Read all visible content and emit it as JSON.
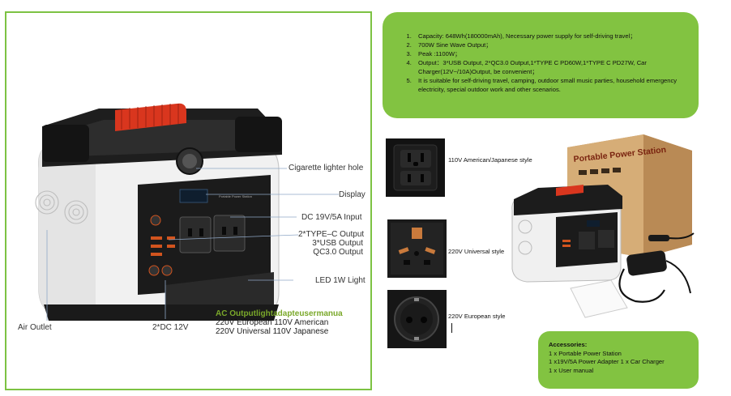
{
  "diagram": {
    "callouts": {
      "cigarette": "Cigarette lighter hole",
      "display": "Display",
      "dc_input": "DC 19V/5A Input",
      "type_c": "2*TYPE–C Output",
      "usb": "3*USB Output",
      "qc": "QC3.0 Output",
      "led": "LED 1W Light",
      "air_outlet": "Air Outlet",
      "dc12v": "2*DC 12V"
    },
    "ac_output": {
      "title": "AC Outputlightadapteusermanua",
      "line1": "220V European 110V American",
      "line2": "220V Universal 110V Japanese"
    },
    "device_label": "Portable Power Station"
  },
  "specs": {
    "items": [
      "Capacity: 648Wh(180000mAh), Necessary power supply for self-driving travel；",
      "700W Sine Wave Output；",
      "Peak :1100W；",
      "Output：3*USB Output, 2*QC3.0 Output,1*TYPE C PD60W,1*TYPE C PD27W, Car Charger(12V~/10A)Output, be convenient；",
      "It is suitable for self-driving travel, camping, outdoor small music parties, household emergency electricity, special outdoor work and other scenarios."
    ]
  },
  "sockets": [
    {
      "label": "110V  American/Japanese  style"
    },
    {
      "label": "220V  Universal style"
    },
    {
      "label": "220V  European style"
    }
  ],
  "box": {
    "title": "Portable Power Station"
  },
  "accessories": {
    "title": "Accessories:",
    "items": [
      "1 x Portable Power Station",
      "1 x19V/5A Power Adapter 1 x Car Charger",
      "1 x User manual"
    ]
  },
  "colors": {
    "green": "#82c341",
    "frame": "#7dc243",
    "handle": "#d9361e"
  }
}
